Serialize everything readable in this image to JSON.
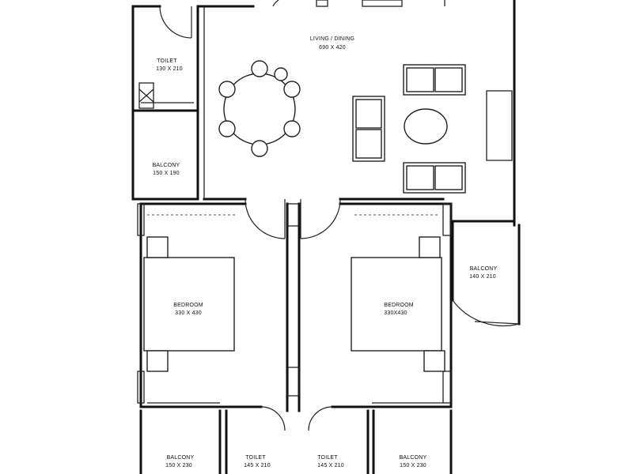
{
  "rooms": {
    "living": {
      "name": "LIVING / DINING",
      "size": "690 X 420"
    },
    "toilet_top": {
      "name": "TOILET",
      "size": "130 X 210"
    },
    "balcony_left": {
      "name": "BALCONY",
      "size": "150 X 190"
    },
    "bedroom_left": {
      "name": "BEDROOM",
      "size": "330 X 430"
    },
    "bedroom_right": {
      "name": "BEDROOM",
      "size": "330X430"
    },
    "balcony_right": {
      "name": "BALCONY",
      "size": "140 X 210"
    },
    "balcony_bl": {
      "name": "BALCONY",
      "size": "150 X 230"
    },
    "toilet_bl": {
      "name": "TOILET",
      "size": "145 X 210"
    },
    "toilet_br": {
      "name": "TOILET",
      "size": "145 X 210"
    },
    "balcony_br": {
      "name": "BALCONY",
      "size": "150 X 230"
    }
  }
}
